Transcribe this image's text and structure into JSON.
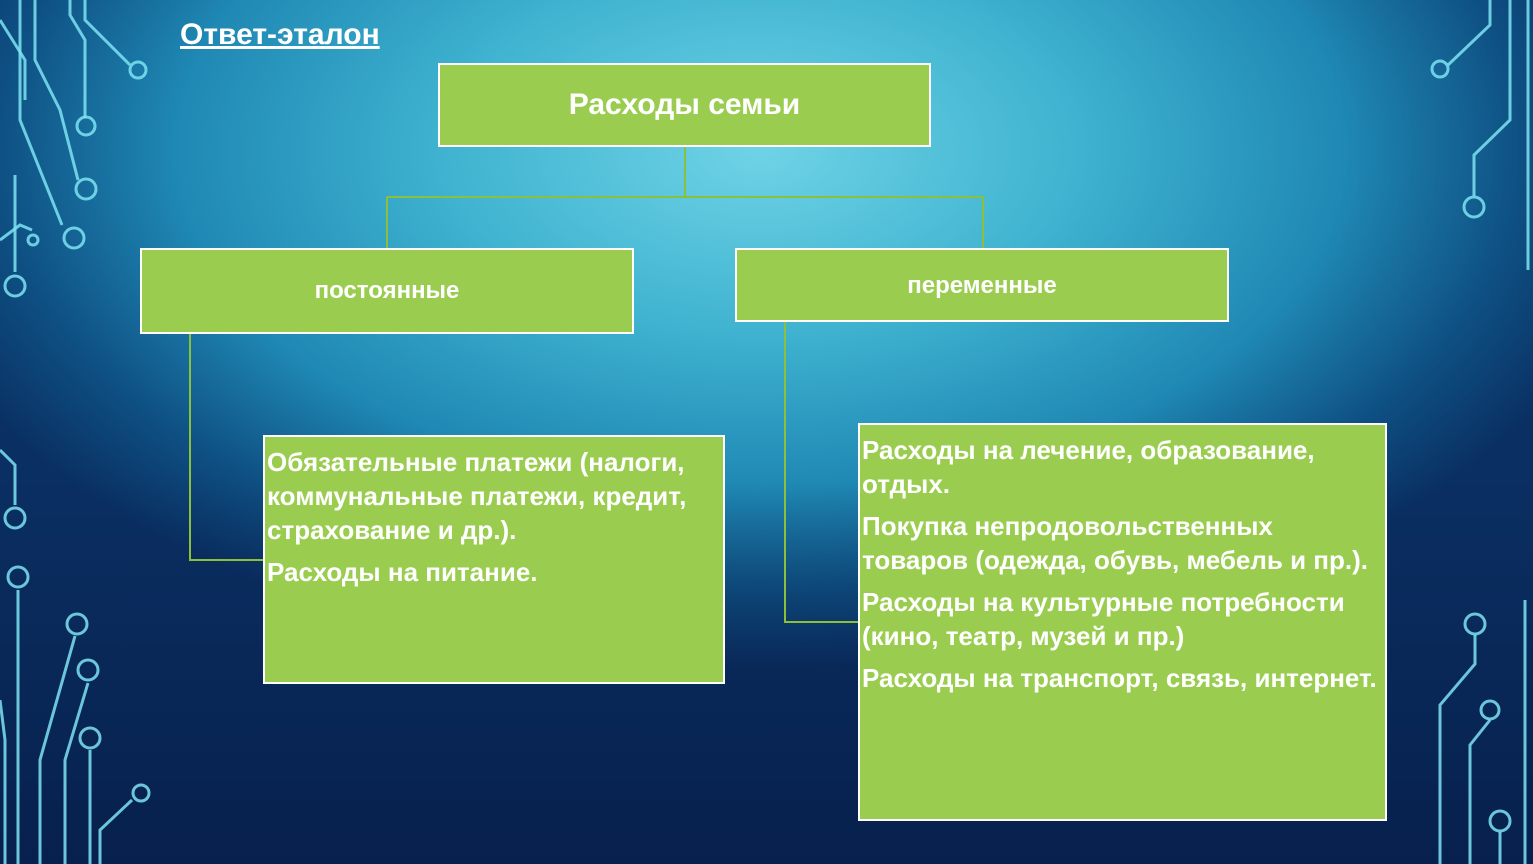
{
  "title": "Ответ-эталон",
  "diagram": {
    "root": "Расходы  семьи",
    "branches": [
      {
        "label": "постоянные",
        "items": [
          " Обязательные платежи (налоги, коммунальные платежи, кредит, страхование и др.).",
          " Расходы на питание."
        ]
      },
      {
        "label": "переменные",
        "items": [
          " Расходы на лечение, образование, отдых.",
          " Покупка непродовольственных товаров (одежда, обувь, мебель и пр.).",
          " Расходы на культурные потребности (кино, театр, музей и пр.)",
          "Расходы на транспорт, связь, интернет."
        ]
      }
    ]
  },
  "colors": {
    "box_fill": "#9acd4f",
    "box_border": "#ffffff",
    "connector": "#8cbf3a",
    "text": "#ffffff"
  }
}
